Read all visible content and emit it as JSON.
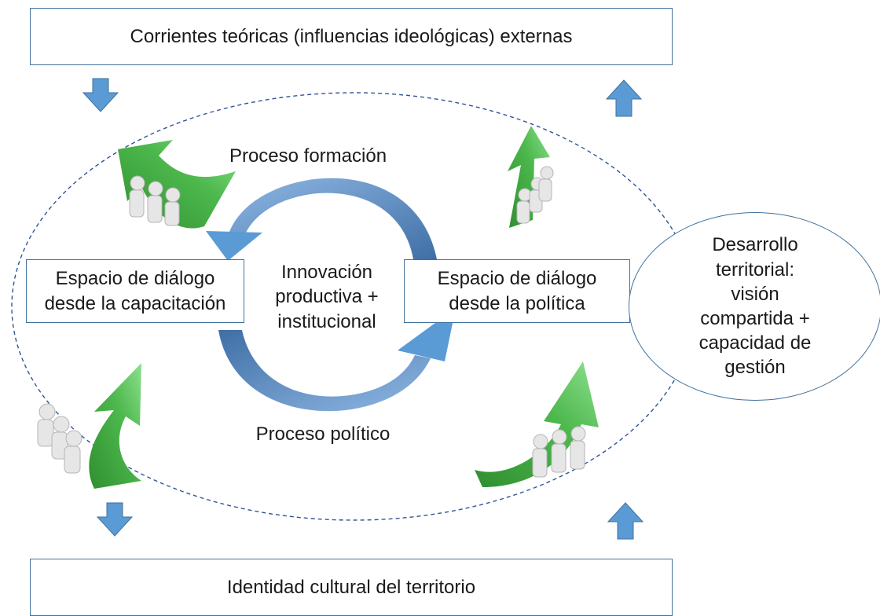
{
  "diagram": {
    "top_box": "Corrientes teóricas (influencias ideológicas) externas",
    "bottom_box": "Identidad cultural del territorio",
    "left_space": "Espacio de diálogo\ndesde la capacitación",
    "right_space": "Espacio de diálogo\ndesde la política",
    "center": "Innovación\nproductiva +\ninstitucional",
    "process_top": "Proceso formación",
    "process_bottom": "Proceso político",
    "outcome": "Desarrollo\nterritorial:\nvisión\ncompartida +\ncapacidad de\ngestión"
  },
  "colors": {
    "box_border": "#41719c",
    "arrow_blue": "#5b9bd5",
    "arrow_blue_dark": "#41719c",
    "dashed_ellipse": "#2e5597",
    "green_arrow": "#4caf50",
    "figure": "#e8e8e8"
  },
  "icons": [
    "down-arrow-icon",
    "up-arrow-icon",
    "curved-arrow-icon",
    "people-pushing-arrow-icon"
  ]
}
